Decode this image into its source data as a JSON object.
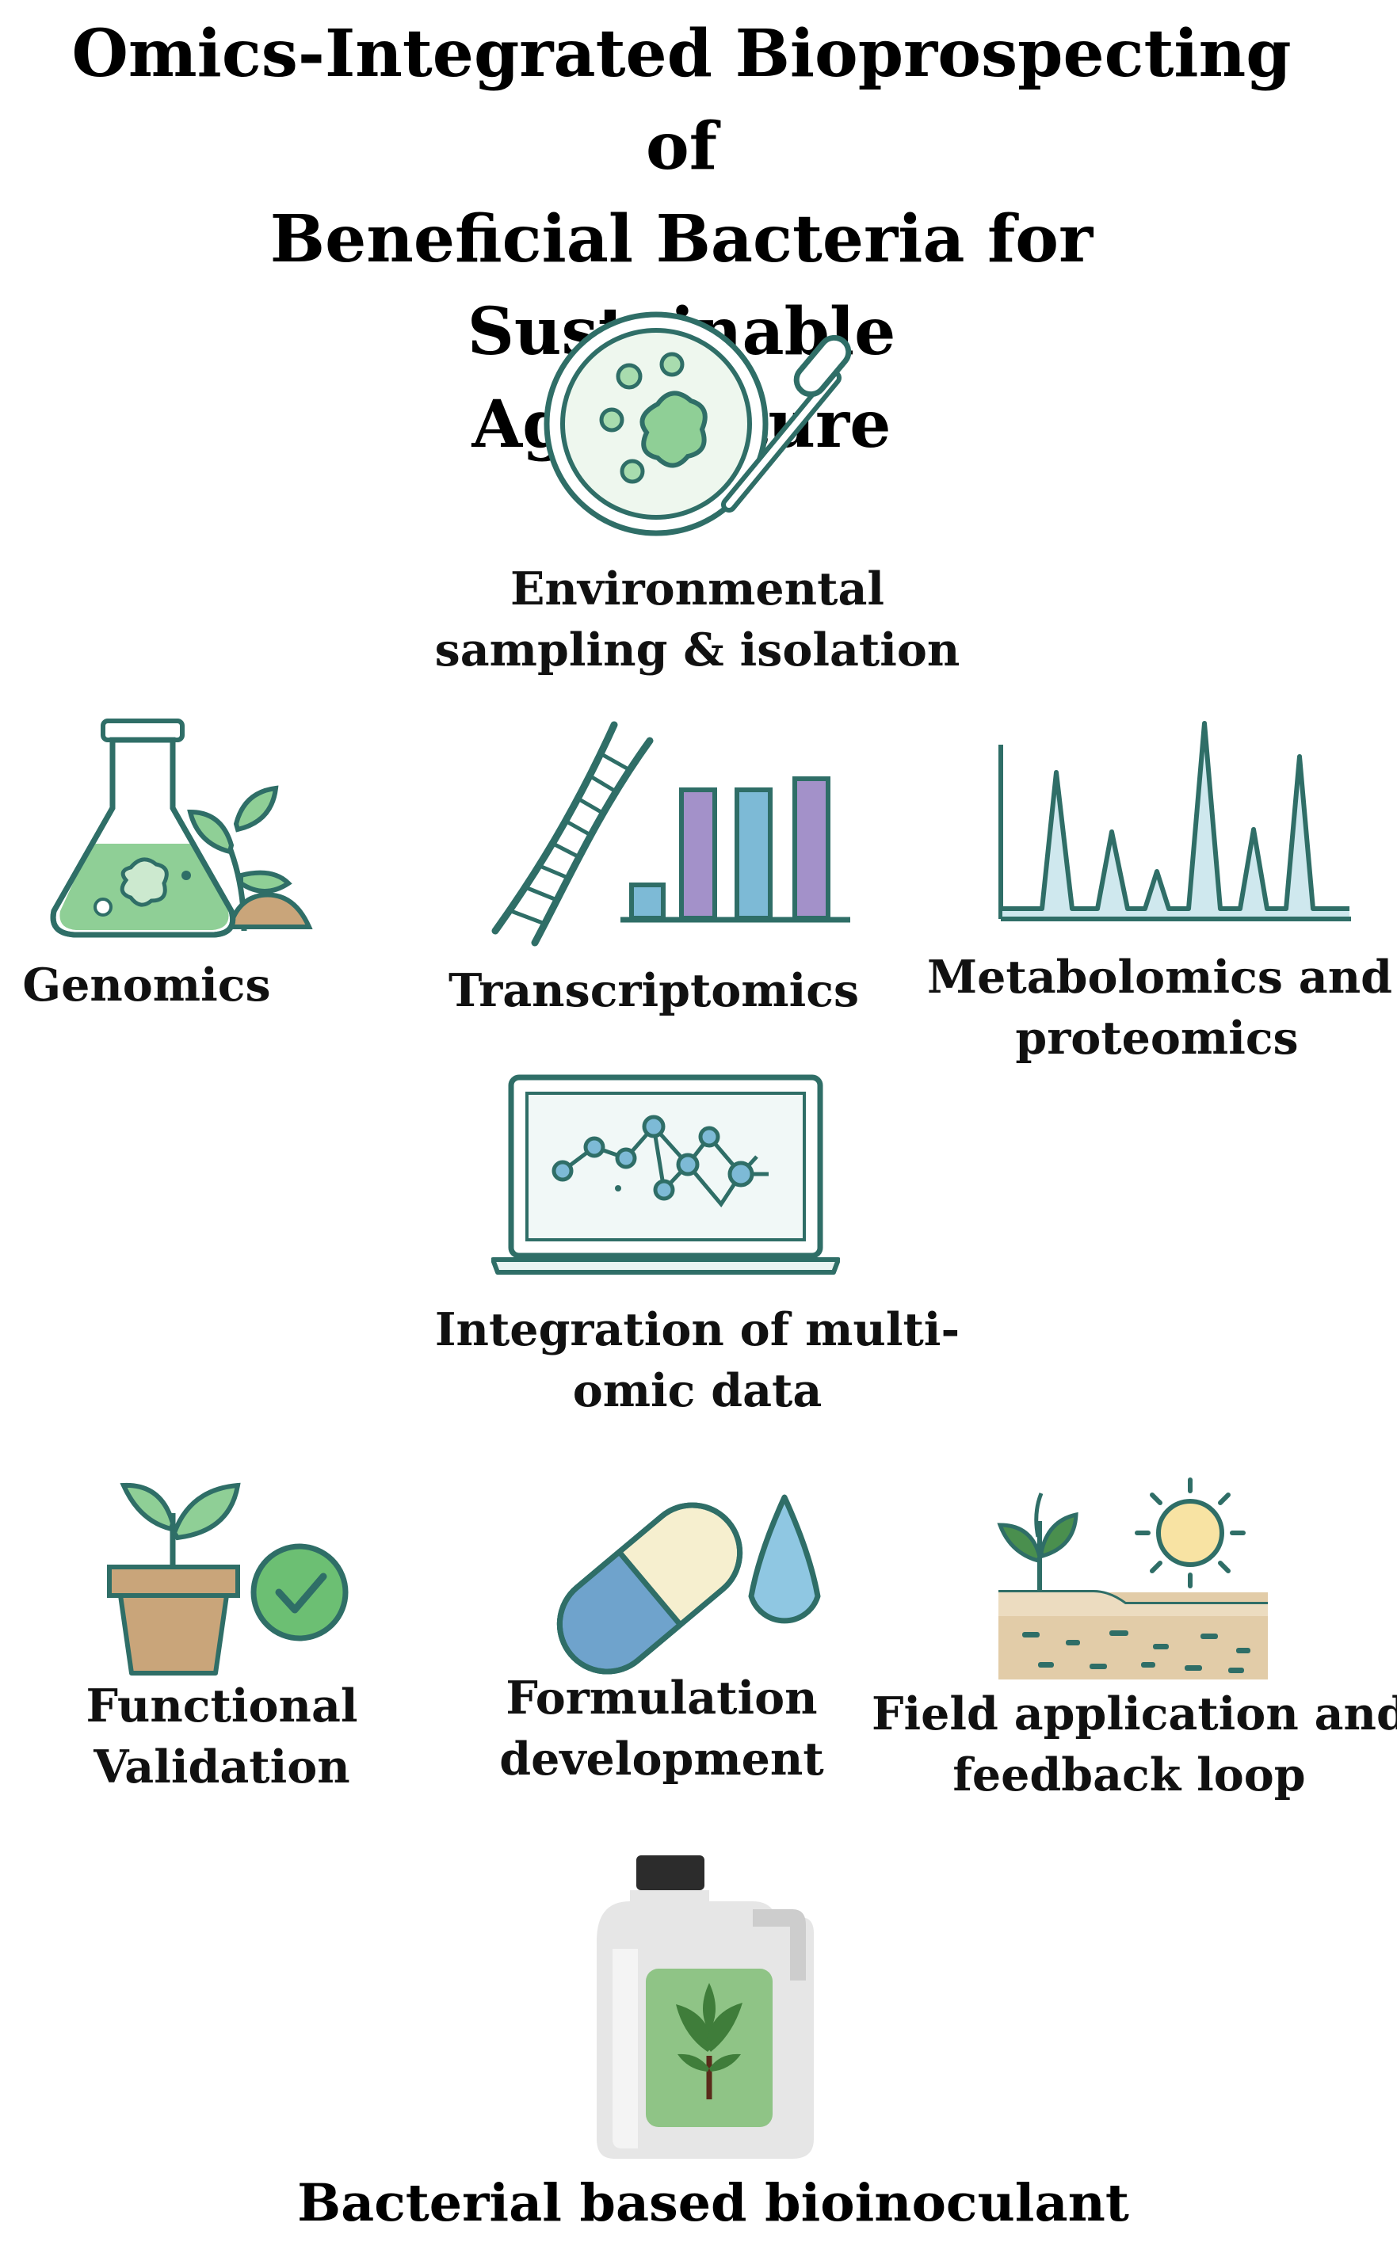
{
  "title": {
    "line1": "Omics-Integrated Bioprospecting of",
    "line2": "Beneficial Bacteria for Sustainable",
    "line3": "Agriculture"
  },
  "steps": {
    "sampling": {
      "line1": "Environmental",
      "line2": "sampling & isolation",
      "icon": "petri-dish-swab-icon"
    },
    "genomics": {
      "line1": "Genomics",
      "icon": "flask-plant-icon"
    },
    "transcriptomics": {
      "line1": "Transcriptomics",
      "icon": "dna-bar-chart-icon"
    },
    "metabolomics": {
      "line1": "Metabolomics and",
      "line2": "proteomics",
      "icon": "spectrum-peaks-icon"
    },
    "integration": {
      "line1": "Integration of multi-",
      "line2": "omic data",
      "icon": "laptop-network-icon"
    },
    "validation": {
      "line1": "Functional",
      "line2": "Validation",
      "icon": "potted-plant-check-icon"
    },
    "formulation": {
      "line1": "Formulation",
      "line2": "development",
      "icon": "capsule-droplet-icon"
    },
    "field": {
      "line1": "Field application and",
      "line2": "feedback loop",
      "icon": "field-sun-icon"
    }
  },
  "product": {
    "label": "Bacterial based bioinoculant",
    "icon": "bioinoculant-jug-icon"
  },
  "colors": {
    "teal": "#2f6e67",
    "green": "#8fcf96",
    "dark_green": "#4a8f4e",
    "purple": "#a391c9",
    "blue": "#7dbad6",
    "soil": "#c9a57a",
    "cream": "#f6efcf",
    "sun": "#f8e3a3"
  }
}
